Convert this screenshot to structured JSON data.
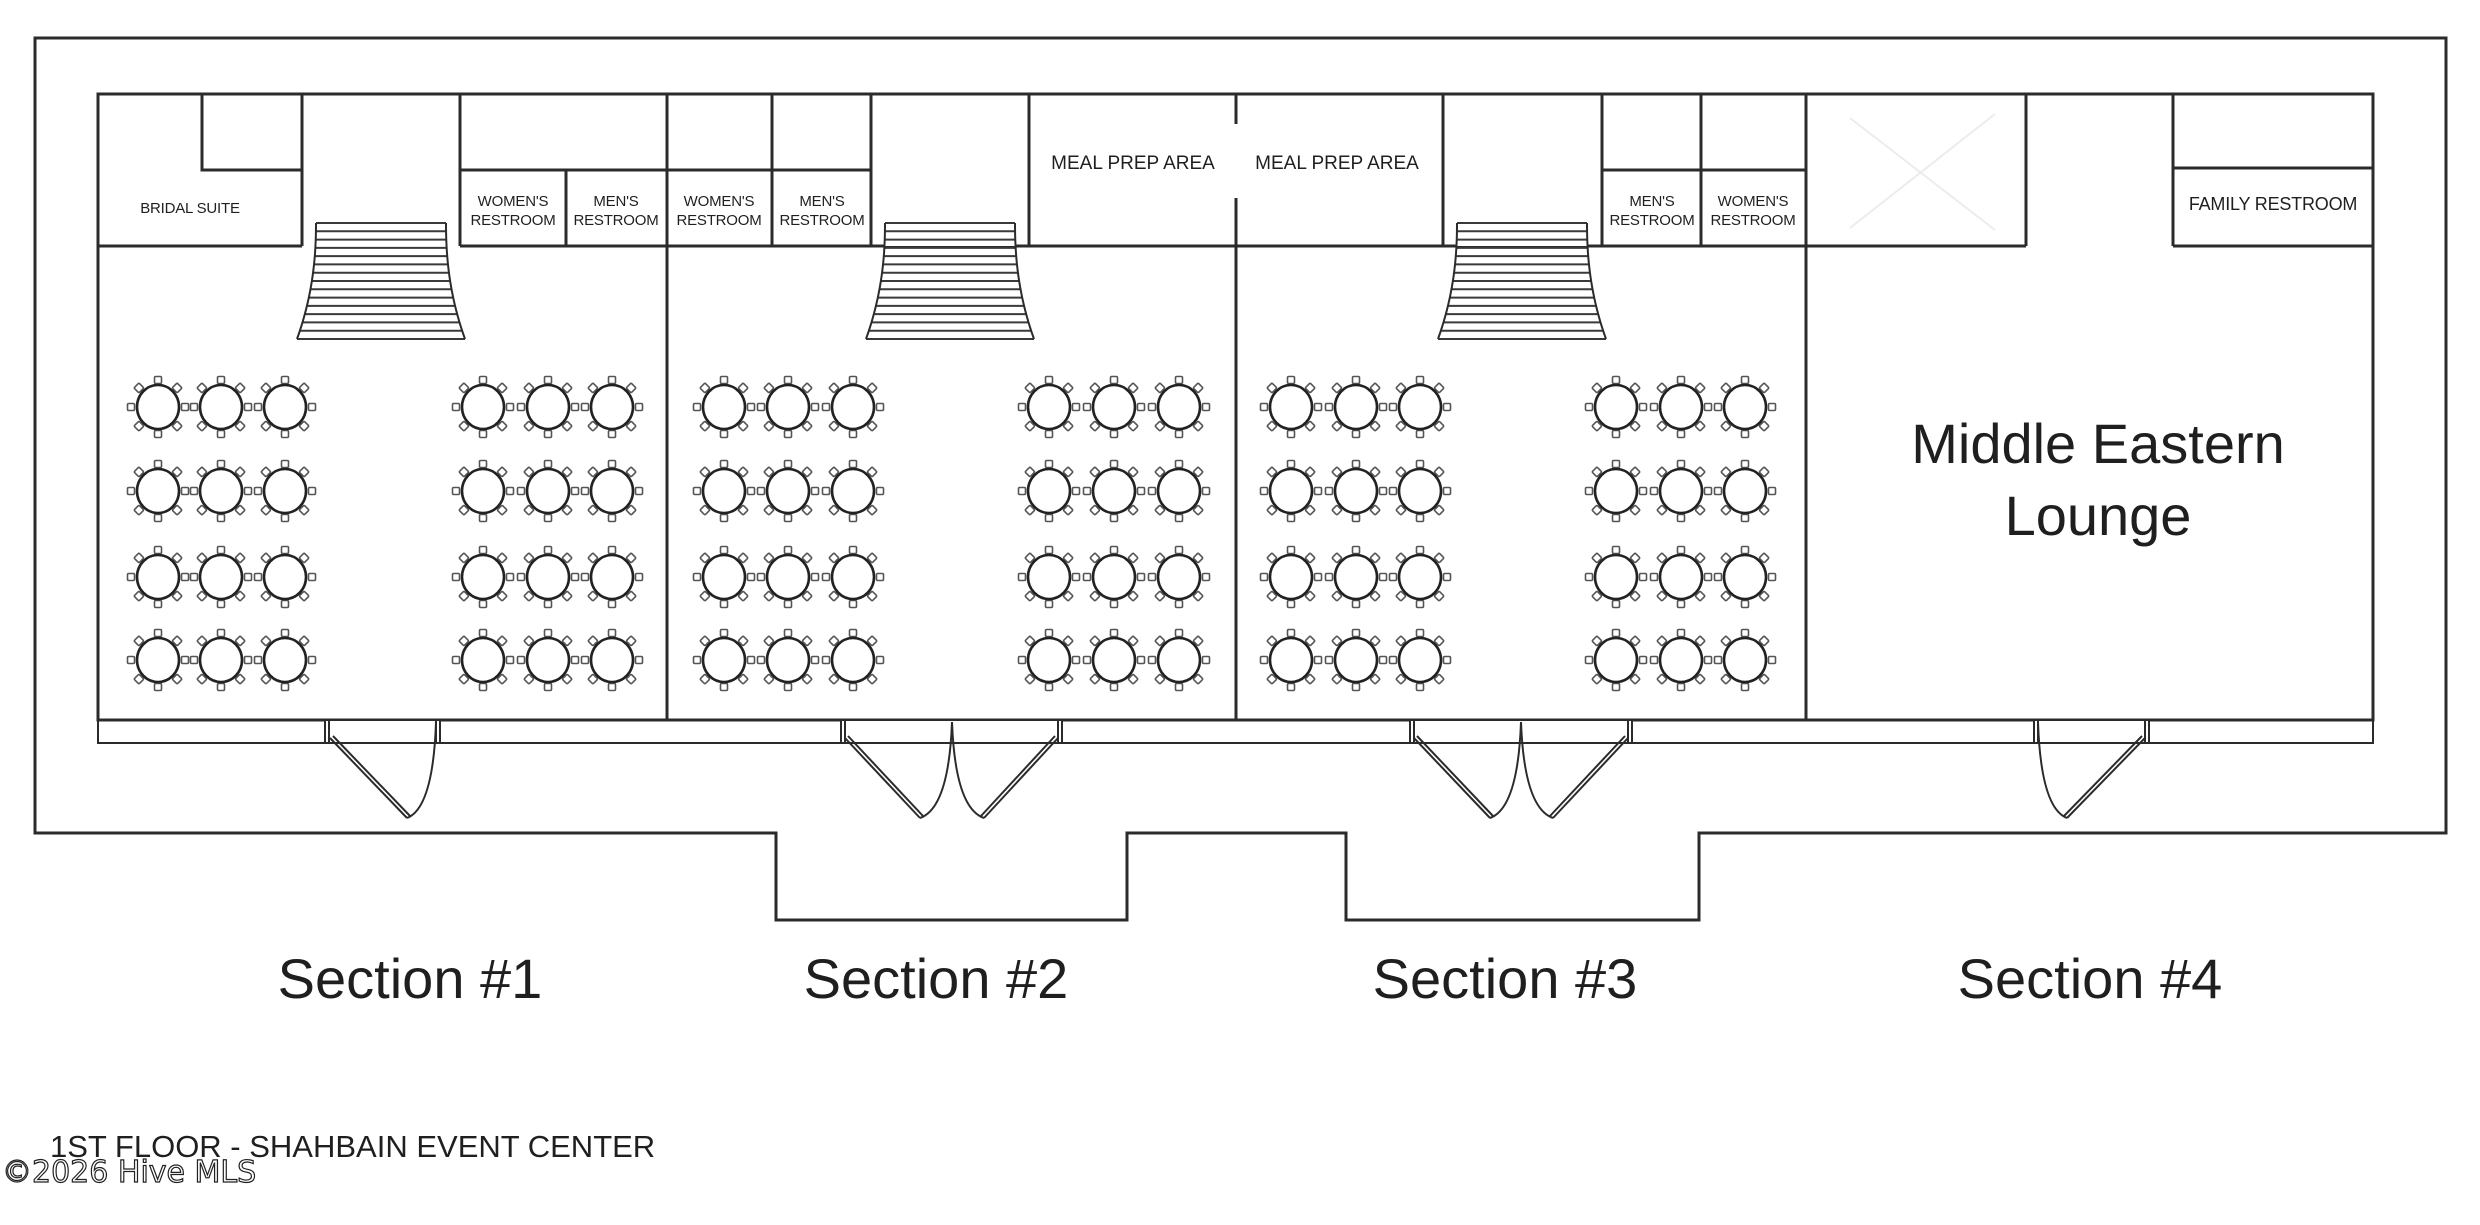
{
  "title": "1ST FLOOR - SHAHBAIN EVENT CENTER",
  "watermark": "©2026 Hive MLS",
  "colors": {
    "line": "#2b2b2b",
    "text": "#1f1f1f",
    "background": "#ffffff"
  },
  "rooms": {
    "bridal_suite": "BRIDAL SUITE",
    "s1_womens": [
      "WOMEN'S",
      "RESTROOM"
    ],
    "s1_mens": [
      "MEN'S",
      "RESTROOM"
    ],
    "s2_womens": [
      "WOMEN'S",
      "RESTROOM"
    ],
    "s2_mens": [
      "MEN'S",
      "RESTROOM"
    ],
    "meal_prep_left": "MEAL PREP AREA",
    "meal_prep_right": "MEAL PREP AREA",
    "s3_mens": [
      "MEN'S",
      "RESTROOM"
    ],
    "s3_womens": [
      "WOMEN'S",
      "RESTROOM"
    ],
    "family_restroom": "FAMILY RESTROOM",
    "lounge": [
      "Middle Eastern",
      "Lounge"
    ]
  },
  "sections": [
    {
      "label": "Section #1",
      "table_groups": 2,
      "rows": 4,
      "tables_per_row_per_group": 3,
      "chairs_per_table": 8,
      "door": "single"
    },
    {
      "label": "Section #2",
      "table_groups": 2,
      "rows": 4,
      "tables_per_row_per_group": 3,
      "chairs_per_table": 8,
      "door": "double"
    },
    {
      "label": "Section #3",
      "table_groups": 2,
      "rows": 4,
      "tables_per_row_per_group": 3,
      "chairs_per_table": 8,
      "door": "double"
    },
    {
      "label": "Section #4",
      "table_groups": 0,
      "rows": 0,
      "tables_per_row_per_group": 0,
      "chairs_per_table": 0,
      "door": "single"
    }
  ],
  "staircases": 3
}
